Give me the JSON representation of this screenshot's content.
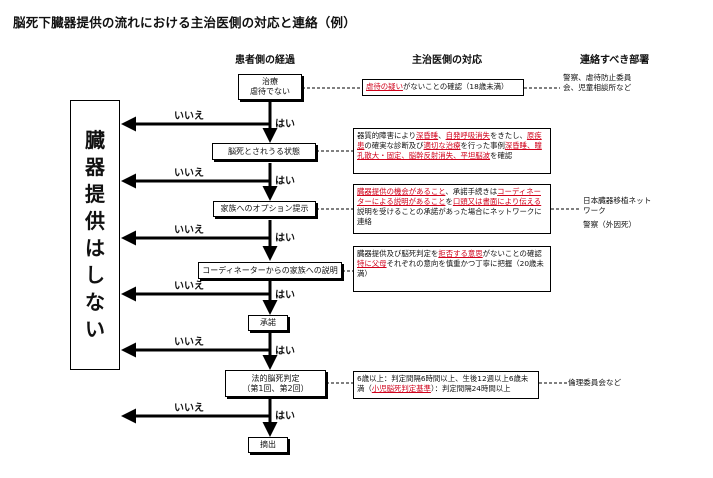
{
  "title": "脳死下臓器提供の流れにおける主治医側の対応と連絡（例）",
  "headers": {
    "patient": "患者側の経過",
    "doctor": "主治医側の対応",
    "contact": "連絡すべき部署"
  },
  "big_box": [
    "臓",
    "器",
    "提",
    "供",
    "は",
    "し",
    "な",
    "い"
  ],
  "labels": {
    "yes": "はい",
    "no": "いいえ"
  },
  "steps": [
    {
      "id": "treatment",
      "lines": [
        "治療",
        "虐待でない"
      ]
    },
    {
      "id": "brain-death-state",
      "lines": [
        "脳死とされうる状態"
      ]
    },
    {
      "id": "option",
      "lines": [
        "家族へのオプション提示"
      ]
    },
    {
      "id": "coordinator",
      "lines": [
        "コーディネーターからの家族への説明"
      ]
    },
    {
      "id": "consent",
      "lines": [
        "承諾"
      ]
    },
    {
      "id": "legal-determination",
      "lines": [
        "法的脳死判定",
        "（第1回、第2回）"
      ]
    },
    {
      "id": "extraction",
      "lines": [
        "摘出"
      ]
    }
  ],
  "notes": [
    {
      "segments": [
        {
          "text": "虐待の疑い",
          "red": true
        },
        {
          "text": "がないことの確認（18歳未満）",
          "red": false
        }
      ]
    },
    {
      "segments": [
        {
          "text": "器質的障害により",
          "red": false
        },
        {
          "text": "深昏睡",
          "red": true
        },
        {
          "text": "、",
          "red": false
        },
        {
          "text": "自発呼吸消失",
          "red": true
        },
        {
          "text": "をきたし、",
          "red": false
        },
        {
          "text": "原疾患",
          "red": true
        },
        {
          "text": "の確実な診断及び",
          "red": false
        },
        {
          "text": "適切な治療",
          "red": true
        },
        {
          "text": "を行った事例",
          "red": false
        },
        {
          "text": "深昏睡、瞳孔散大・固定、脳幹反射消失、平坦脳波",
          "red": true
        },
        {
          "text": "を確認",
          "red": false
        }
      ]
    },
    {
      "segments": [
        {
          "text": "臓器提供の機会があること",
          "red": true
        },
        {
          "text": "、承諾手続きは",
          "red": false
        },
        {
          "text": "コーディネーターによる説明があること",
          "red": true
        },
        {
          "text": "を",
          "red": false
        },
        {
          "text": "口頭又は書面により伝える",
          "red": true
        },
        {
          "text": "説明を受けることの承諾があった場合にネットワークに連絡",
          "red": false
        }
      ]
    },
    {
      "segments": [
        {
          "text": "臓器提供及び脳死判定を",
          "red": false
        },
        {
          "text": "拒否する意思",
          "red": true
        },
        {
          "text": "がないことの確認",
          "red": false
        },
        {
          "text": "特に父母",
          "red": true
        },
        {
          "text": "それぞれの意向を慎重かつ丁寧に把握（20歳未満）",
          "red": false
        }
      ]
    },
    {
      "segments": [
        {
          "text": "6歳以上：判定間隔6時間以上、",
          "red": false
        },
        {
          "text": "生後12週以上6歳未満（",
          "red": false
        },
        {
          "text": "小児脳死判定基準",
          "red": true
        },
        {
          "text": "）：判定間隔24時間以上",
          "red": false
        }
      ]
    }
  ],
  "departments": [
    "警察、虐待防止委員会、児童相談所など",
    "日本臓器移植ネットワーク",
    "警察（外因死）",
    "倫理委員会など"
  ]
}
